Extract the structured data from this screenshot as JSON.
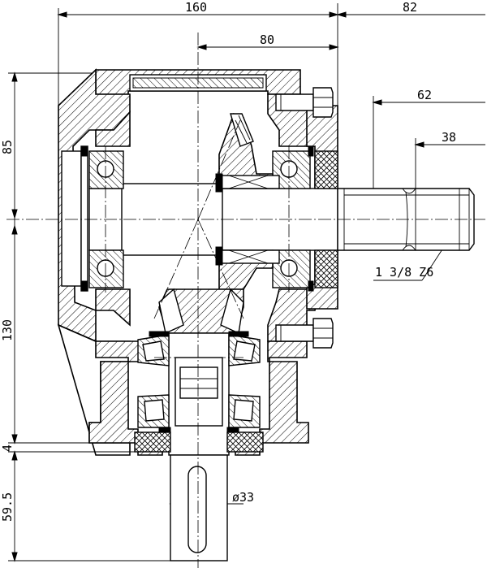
{
  "dimensions": {
    "overall_width": "160",
    "output_shaft_length": "82",
    "half_width": "80",
    "shaft_spline_length": "62",
    "spline_section": "38",
    "upper_height": "85",
    "lower_height": "130",
    "gap": "4",
    "lower_shaft_length": "59.5",
    "shaft_diameter": "ø33"
  },
  "callouts": {
    "spline_spec": "1 3/8 Z6"
  }
}
